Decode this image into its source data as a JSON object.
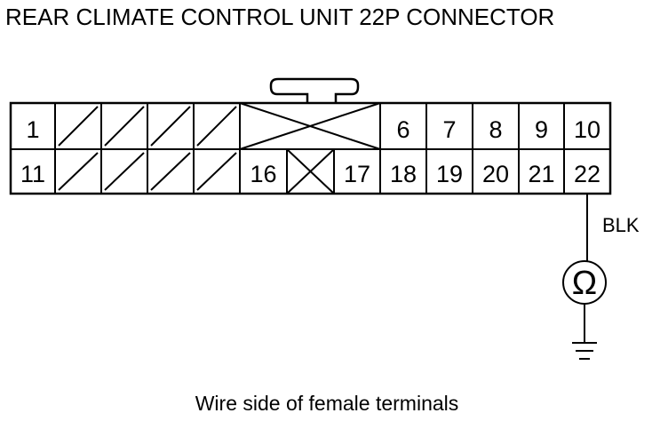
{
  "title": "REAR CLIMATE CONTROL UNIT 22P CONNECTOR",
  "connector": {
    "top_row": [
      {
        "label": "1",
        "state": "pin"
      },
      {
        "label": "",
        "state": "blank"
      },
      {
        "label": "",
        "state": "blank"
      },
      {
        "label": "",
        "state": "blank"
      },
      {
        "label": "",
        "state": "blank"
      },
      {
        "label": "",
        "state": "none"
      },
      {
        "label": "",
        "state": "none"
      },
      {
        "label": "",
        "state": "none"
      },
      {
        "label": "6",
        "state": "pin"
      },
      {
        "label": "7",
        "state": "pin"
      },
      {
        "label": "8",
        "state": "pin"
      },
      {
        "label": "9",
        "state": "pin"
      },
      {
        "label": "10",
        "state": "pin"
      }
    ],
    "bottom_row": [
      {
        "label": "11",
        "state": "pin"
      },
      {
        "label": "",
        "state": "blank"
      },
      {
        "label": "",
        "state": "blank"
      },
      {
        "label": "",
        "state": "blank"
      },
      {
        "label": "",
        "state": "blank"
      },
      {
        "label": "16",
        "state": "pin"
      },
      {
        "label": "",
        "state": "none"
      },
      {
        "label": "17",
        "state": "pin"
      },
      {
        "label": "18",
        "state": "pin"
      },
      {
        "label": "19",
        "state": "pin"
      },
      {
        "label": "20",
        "state": "pin"
      },
      {
        "label": "21",
        "state": "pin"
      },
      {
        "label": "22",
        "state": "pin"
      }
    ]
  },
  "wire_color": "BLK",
  "ohmmeter_symbol": "Ω",
  "ground_icon": "ground-icon",
  "caption": "Wire side of female terminals"
}
